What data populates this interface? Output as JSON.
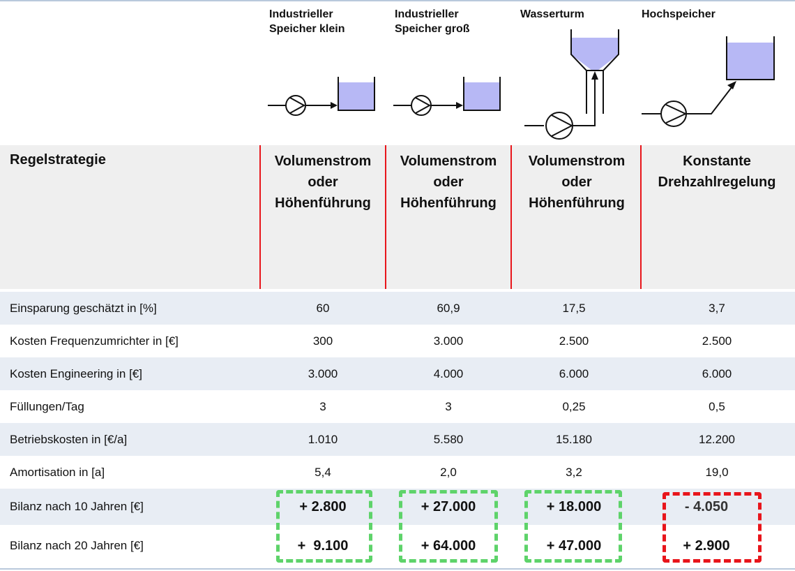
{
  "scenarios": [
    {
      "title": "Industrieller\nSpeicher klein",
      "strategy": "Volumenstrom\noder\nHöhenführung"
    },
    {
      "title": "Industrieller\nSpeicher groß",
      "strategy": "Volumenstrom\noder\nHöhenführung"
    },
    {
      "title": "Wasserturm",
      "strategy": "Volumenstrom\noder\nHöhenführung"
    },
    {
      "title": "Hochspeicher",
      "strategy": "Konstante\nDrehzahlregelung"
    }
  ],
  "strategy_label": "Regelstrategie",
  "rows": [
    {
      "label": "Einsparung geschätzt in [%]",
      "values": [
        "60",
        "60,9",
        "17,5",
        "3,7"
      ]
    },
    {
      "label": "Kosten Frequenzumrichter in [€]",
      "values": [
        "300",
        "3.000",
        "2.500",
        "2.500"
      ]
    },
    {
      "label": "Kosten Engineering in [€]",
      "values": [
        "3.000",
        "4.000",
        "6.000",
        "6.000"
      ]
    },
    {
      "label": "Füllungen/Tag",
      "values": [
        "3",
        "3",
        "0,25",
        "0,5"
      ]
    },
    {
      "label": "Betriebskosten in [€/a]",
      "values": [
        "1.010",
        "5.580",
        "15.180",
        "12.200"
      ]
    },
    {
      "label": "Amortisation in [a]",
      "values": [
        "5,4",
        "2,0",
        "3,2",
        "19,0"
      ]
    },
    {
      "label": "Bilanz nach 10 Jahren [€]",
      "values": [
        "+ 2.800",
        "+ 27.000",
        "+ 18.000",
        "- 4.050"
      ]
    },
    {
      "label": "Bilanz nach 20 Jahren [€]",
      "values": [
        "+  9.100",
        "+ 64.000",
        "+ 47.000",
        "+ 2.900"
      ]
    }
  ],
  "colors": {
    "positive_box": "#5ed36a",
    "negative_box": "#e8151b",
    "divider": "#e8151b",
    "tank_fill": "#b7b8f5",
    "row_shade": "#e8edf4",
    "strategy_band": "#efefef"
  }
}
